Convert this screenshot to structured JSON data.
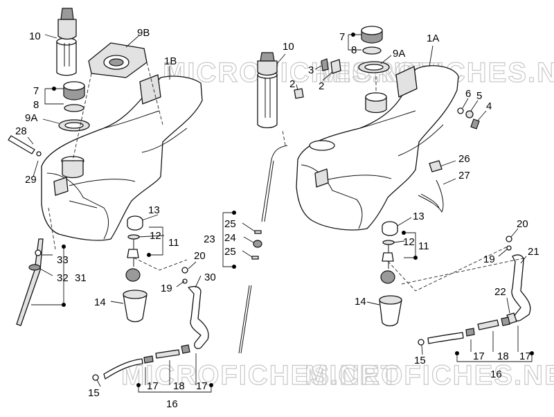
{
  "watermark": "MICROFICHES.NET",
  "labels": {
    "l10a": "10",
    "l9B": "9B",
    "l1B": "1B",
    "l7a": "7",
    "l8a": "8",
    "l9Aa": "9A",
    "l28": "28",
    "l29": "29",
    "l33": "33",
    "l32": "32",
    "l31": "31",
    "l13a": "13",
    "l12a": "12",
    "l11a": "11",
    "l20a": "20",
    "l19a": "19",
    "l30": "30",
    "l14a": "14",
    "l15a": "15",
    "l17a": "17",
    "l18a": "18",
    "l17b": "17",
    "l16a": "16",
    "l10b": "10",
    "l3": "3",
    "l2a": "2",
    "l2b": "2",
    "l7b": "7",
    "l8b": "8",
    "l9Ab": "9A",
    "l1A": "1A",
    "l6": "6",
    "l5": "5",
    "l4": "4",
    "l26": "26",
    "l27": "27",
    "l25a": "25",
    "l24": "24",
    "l25b": "25",
    "l23": "23",
    "l13b": "13",
    "l12b": "12",
    "l11b": "11",
    "l14b": "14",
    "l20b": "20",
    "l19b": "19",
    "l21": "21",
    "l22": "22",
    "l15b": "15",
    "l17c": "17",
    "l18b": "18",
    "l17d": "17",
    "l16b": "16"
  }
}
